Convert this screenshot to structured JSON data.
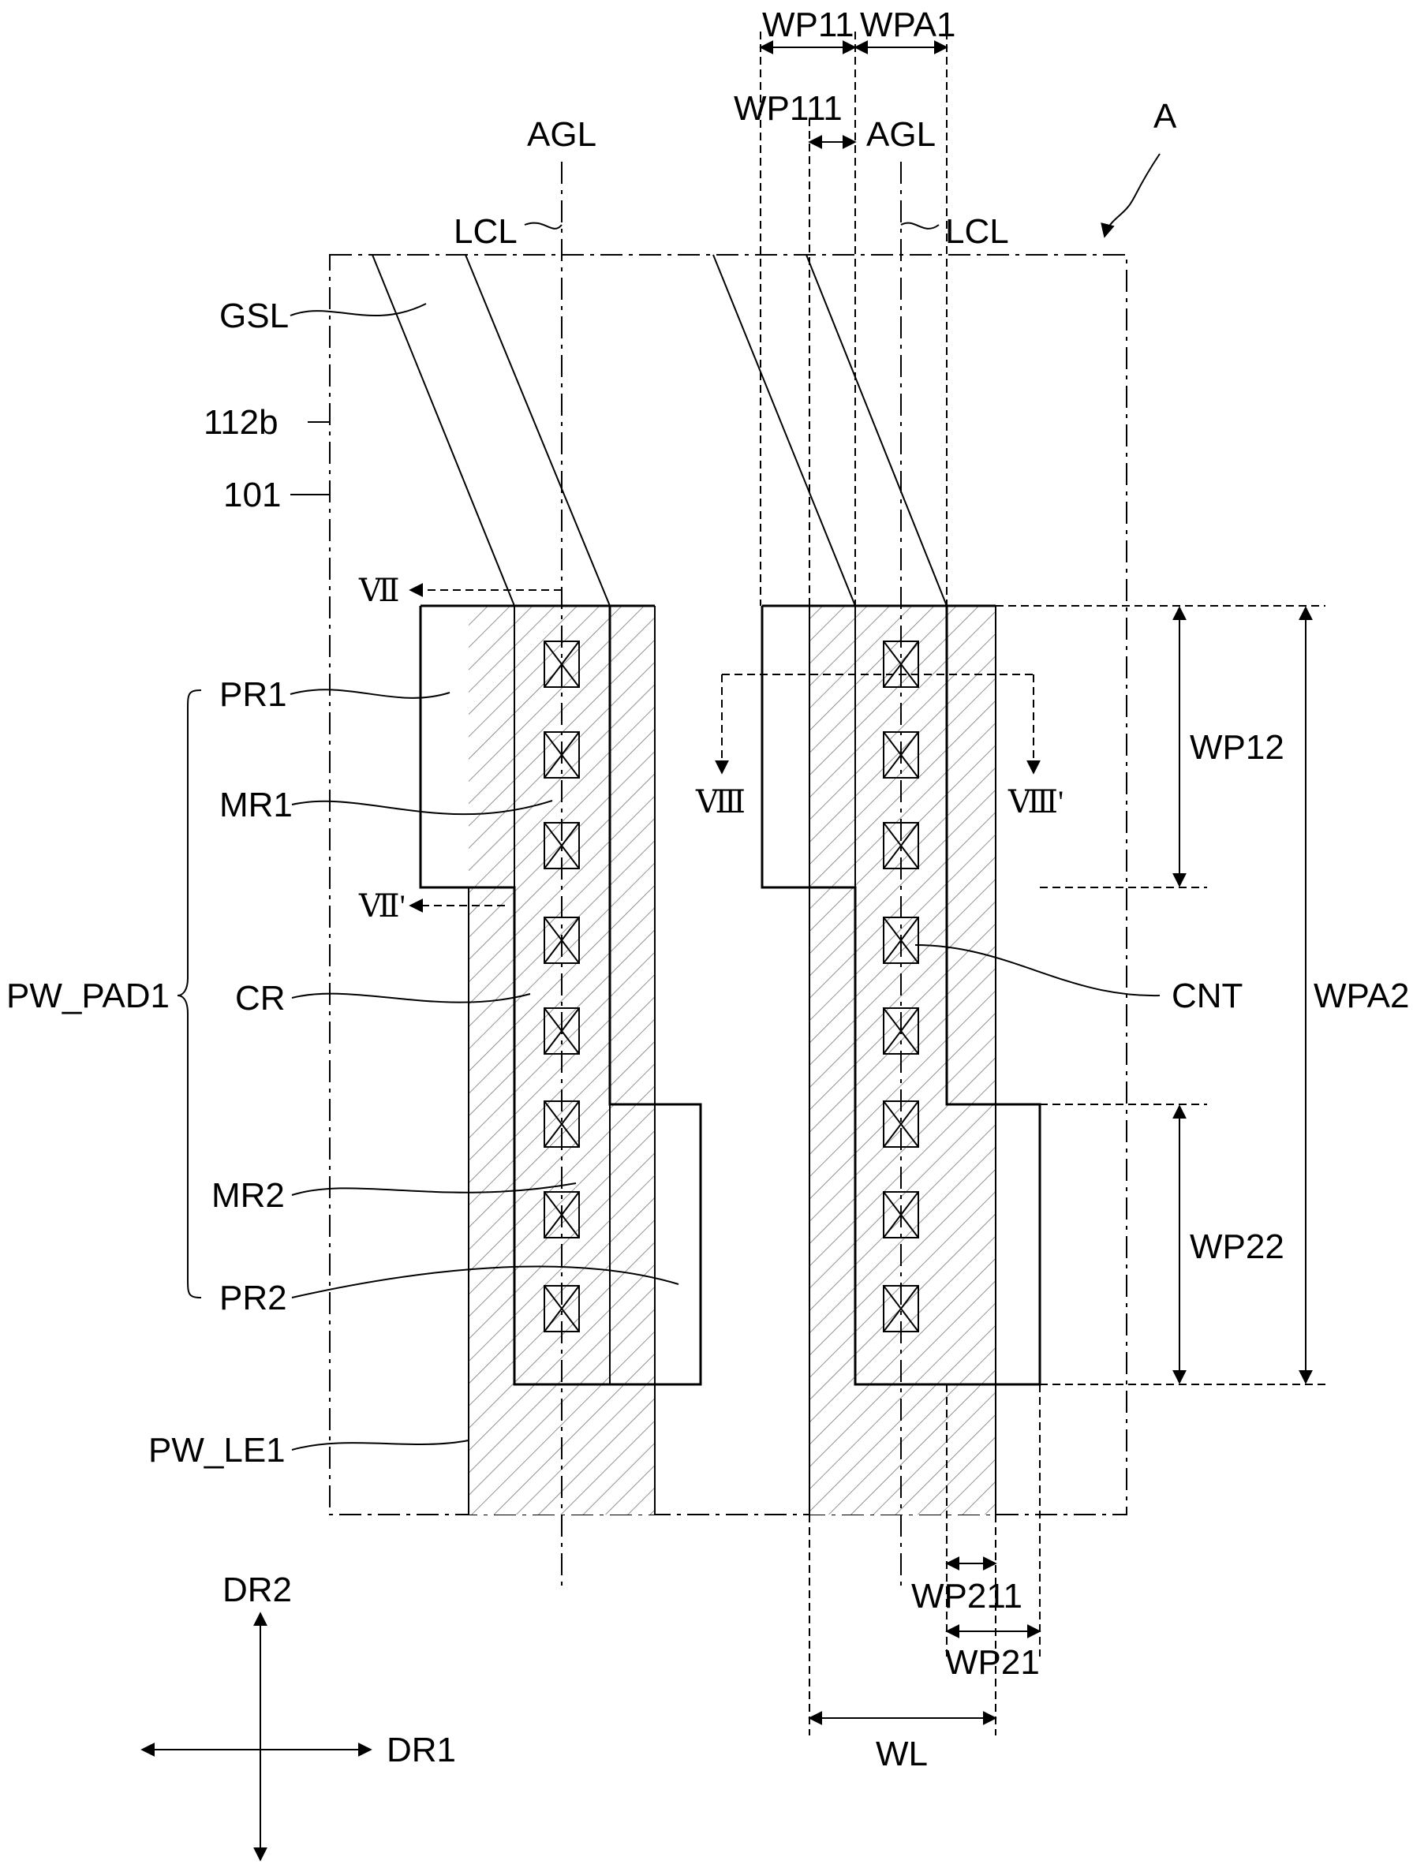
{
  "labels": {
    "A": "A",
    "AGL_left": "AGL",
    "AGL_right": "AGL",
    "LCL_left": "LCL",
    "LCL_right": "LCL",
    "WP11": "WP11",
    "WPA1": "WPA1",
    "WP111": "WP111",
    "GSL": "GSL",
    "n112b": "112b",
    "n101": "101",
    "VII": "Ⅶ",
    "VII_prime": "Ⅶ'",
    "VIII": "Ⅷ",
    "VIII_prime": "Ⅷ'",
    "PR1": "PR1",
    "MR1": "MR1",
    "PW_PAD1": "PW_PAD1",
    "CR": "CR",
    "MR2": "MR2",
    "PR2": "PR2",
    "PW_LE1": "PW_LE1",
    "CNT": "CNT",
    "WP12": "WP12",
    "WPA2": "WPA2",
    "WP22": "WP22",
    "WP211": "WP211",
    "WP21": "WP21",
    "WL": "WL",
    "DR1": "DR1",
    "DR2": "DR2"
  }
}
